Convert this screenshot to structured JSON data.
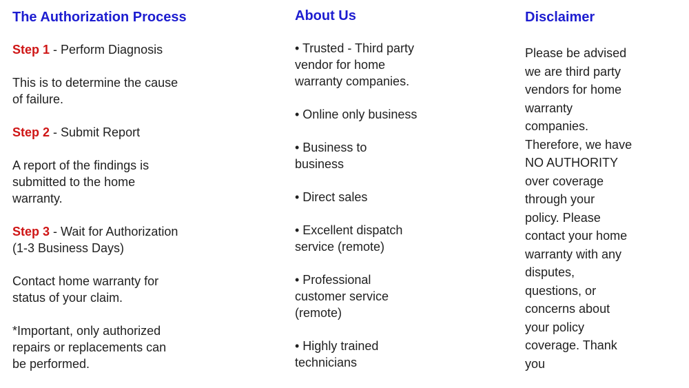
{
  "colors": {
    "heading_blue": "#1d1dd0",
    "step_red": "#cf1616",
    "body_text": "#1f1f1f",
    "background": "#ffffff"
  },
  "auth": {
    "title": "The Authorization Process",
    "steps": [
      {
        "label": "Step 1",
        "text": " - Perform Diagnosis",
        "detail": "This is to determine the cause\nof failure."
      },
      {
        "label": "Step 2",
        "text": " - Submit Report",
        "detail": "A report of the findings is\nsubmitted to the home\nwarranty."
      },
      {
        "label": "Step 3",
        "text": " - Wait for Authorization\n(1-3 Business Days)",
        "detail": "Contact home warranty for\nstatus of your claim."
      }
    ],
    "note": " *Important, only authorized\nrepairs or replacements can\nbe performed."
  },
  "about": {
    "title": "About Us",
    "items": [
      "• Trusted - Third party\nvendor for home\nwarranty companies.",
      "• Online only business",
      "• Business to\nbusiness",
      "• Direct sales",
      "• Excellent dispatch\nservice (remote)",
      "• Professional\ncustomer service\n(remote)",
      "• Highly trained\ntechnicians"
    ]
  },
  "disclaimer": {
    "title": "Disclaimer",
    "body": "Please be advised\nwe are third party\nvendors for home\nwarranty\ncompanies.\nTherefore, we have\nNO AUTHORITY\nover coverage\nthrough your\npolicy. Please\ncontact your home\nwarranty with any\ndisputes,\nquestions, or\nconcerns about\nyour policy\ncoverage. Thank\nyou"
  }
}
